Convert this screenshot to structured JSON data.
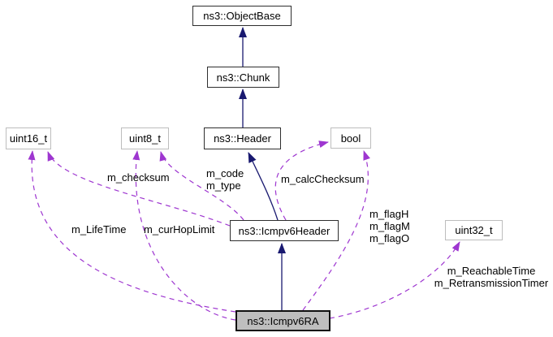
{
  "diagram": {
    "kind": "collaboration-graph",
    "nodes": {
      "object_base": {
        "label": "ns3::ObjectBase"
      },
      "chunk": {
        "label": "ns3::Chunk"
      },
      "header": {
        "label": "ns3::Header"
      },
      "icmpv6_header": {
        "label": "ns3::Icmpv6Header"
      },
      "icmpv6_ra": {
        "label": "ns3::Icmpv6RA"
      },
      "uint16_t": {
        "label": "uint16_t"
      },
      "uint8_t": {
        "label": "uint8_t"
      },
      "bool": {
        "label": "bool"
      },
      "uint32_t": {
        "label": "uint32_t"
      }
    },
    "edge_labels": {
      "checksum": "m_checksum",
      "code": "m_code",
      "type": "m_type",
      "calc_checksum": "m_calcChecksum",
      "life_time": "m_LifeTime",
      "cur_hop_limit": "m_curHopLimit",
      "flag_h": "m_flagH",
      "flag_m": "m_flagM",
      "flag_o": "m_flagO",
      "reachable_time": "m_ReachableTime",
      "retransmission_timer": "m_RetransmissionTimer"
    },
    "edges": [
      {
        "from": "chunk",
        "to": "object_base",
        "type": "inheritance"
      },
      {
        "from": "header",
        "to": "chunk",
        "type": "inheritance"
      },
      {
        "from": "icmpv6_header",
        "to": "header",
        "type": "inheritance"
      },
      {
        "from": "icmpv6_ra",
        "to": "icmpv6_header",
        "type": "inheritance"
      },
      {
        "from": "icmpv6_header",
        "to": "uint16_t",
        "type": "usage",
        "label": "m_checksum"
      },
      {
        "from": "icmpv6_header",
        "to": "uint8_t",
        "type": "usage",
        "label": "m_code m_type"
      },
      {
        "from": "icmpv6_header",
        "to": "bool",
        "type": "usage",
        "label": "m_calcChecksum"
      },
      {
        "from": "icmpv6_ra",
        "to": "uint16_t",
        "type": "usage",
        "label": "m_LifeTime"
      },
      {
        "from": "icmpv6_ra",
        "to": "uint8_t",
        "type": "usage",
        "label": "m_curHopLimit"
      },
      {
        "from": "icmpv6_ra",
        "to": "bool",
        "type": "usage",
        "label": "m_flagH m_flagM m_flagO"
      },
      {
        "from": "icmpv6_ra",
        "to": "uint32_t",
        "type": "usage",
        "label": "m_ReachableTime m_RetransmissionTimer"
      }
    ],
    "colors": {
      "inheritance_edge": "#191970",
      "usage_edge": "#9e36d0",
      "selected_node_fill": "#bebebe",
      "class_node_border": "#2e2e2e",
      "builtin_node_border": "#bdbdbd"
    }
  }
}
